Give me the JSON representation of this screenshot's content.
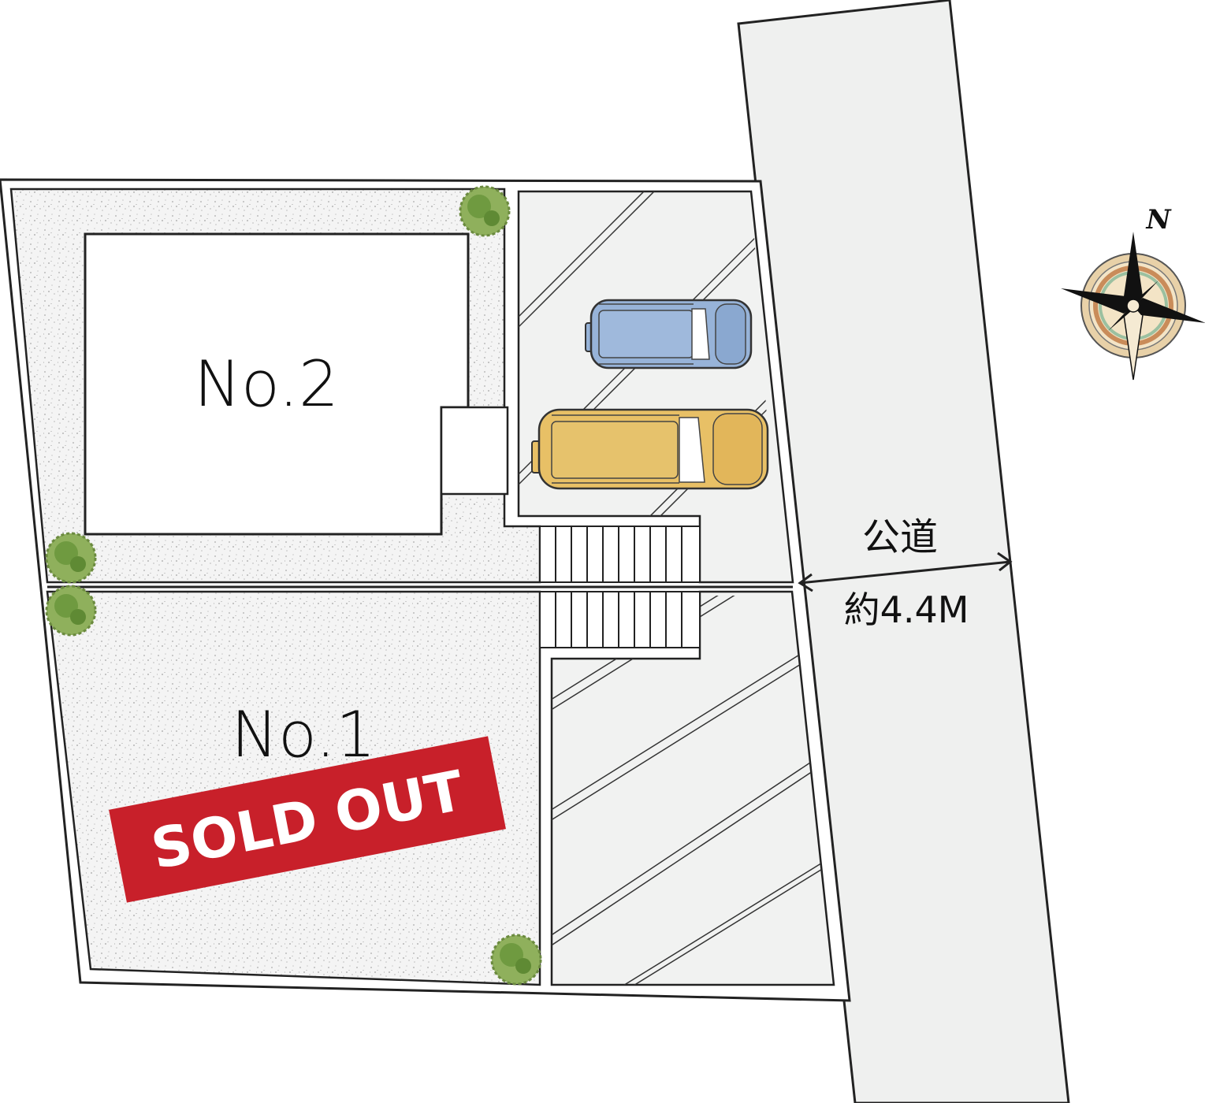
{
  "lots": {
    "no2": {
      "label": "No.2"
    },
    "no1": {
      "label": "No.1",
      "status": "SOLD OUT",
      "status_color": "#c8202a"
    }
  },
  "road": {
    "name": "公道",
    "width": "約4.4M",
    "color": "#eff0ef"
  },
  "compass": {
    "north_label": "N",
    "icon": "compass-rose-icon"
  },
  "cars": [
    {
      "icon": "car-icon",
      "color": "#97b3d8"
    },
    {
      "icon": "car-icon",
      "color": "#e8c066"
    }
  ],
  "colors": {
    "garden": "#efefef",
    "parking": "#f1f2f1",
    "tree": "#7fa552",
    "outline": "#222222"
  }
}
